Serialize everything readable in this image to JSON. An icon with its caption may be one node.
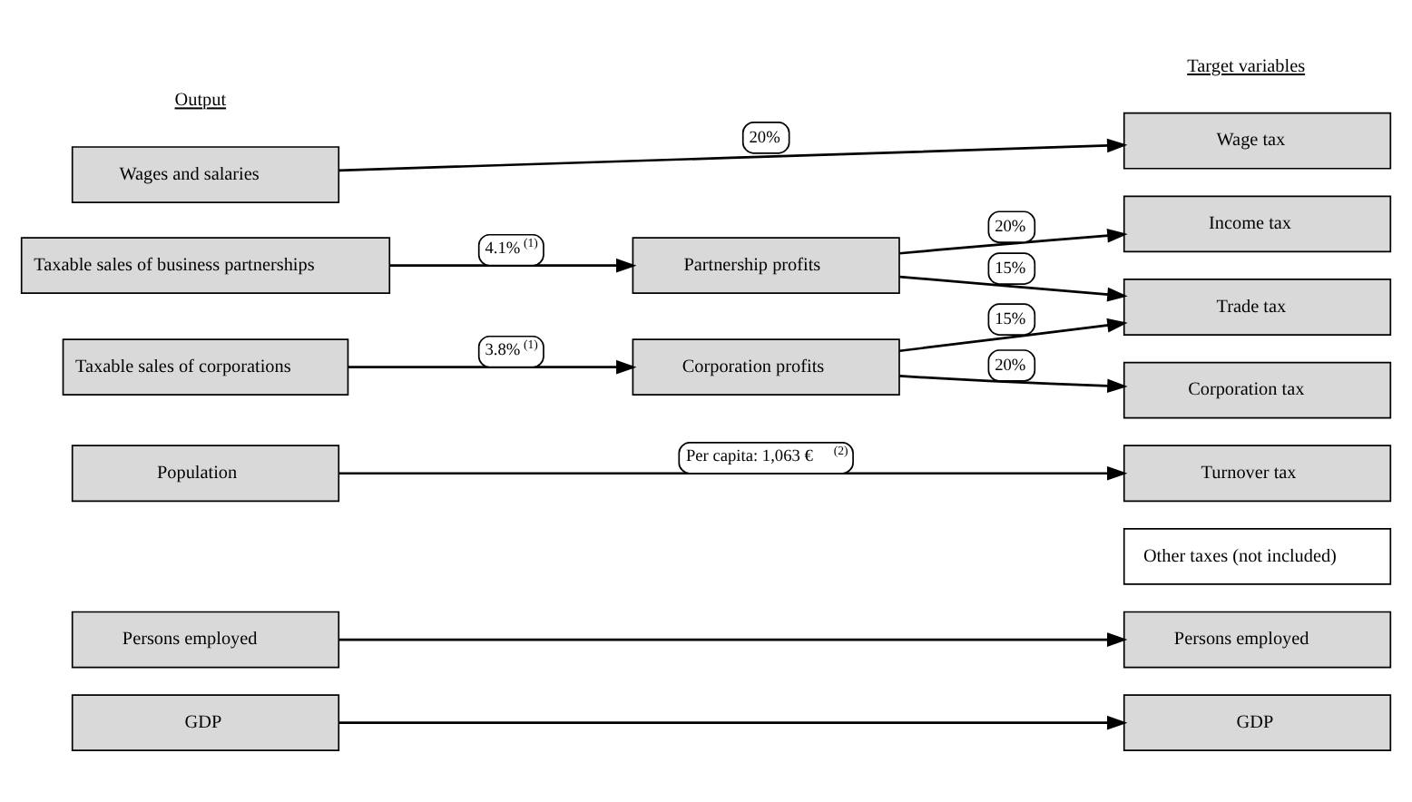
{
  "diagram": {
    "nodes": [
      {
        "text": [
          "Wages and salaries"
        ]
      },
      {
        "text": [
          "Wage tax"
        ]
      },
      {
        "text": [
          "Taxable sales of business partnerships"
        ]
      },
      {
        "text": [
          "Partnership profits"
        ]
      },
      {
        "text": [
          "Income tax"
        ]
      },
      {
        "text": [
          "Taxable sales of corporations"
        ]
      },
      {
        "text": [
          "Corporation profits"
        ]
      },
      {
        "text": [
          "Trade tax"
        ]
      },
      {
        "text": [
          "Corporation tax"
        ]
      },
      {
        "text": [
          "Population"
        ]
      },
      {
        "text": [
          "Turnover tax"
        ]
      },
      {
        "text": [
          "Other taxes (not included)"
        ]
      },
      {
        "text": [
          "Persons employed"
        ]
      },
      {
        "text": [
          "Persons employed"
        ]
      },
      {
        "text": [
          "GDP"
        ]
      },
      {
        "text": [
          "GDP"
        ]
      }
    ],
    "edges": [
      {
        "from": 0,
        "to": 1,
        "arrow": "to",
        "label": "20%"
      },
      {
        "from": 2,
        "to": 3,
        "arrow": "to",
        "label": "4.1%$^{(1)}$"
      },
      {
        "from": 3,
        "to": 4,
        "arrow": "to",
        "label": "20%"
      },
      {
        "from": 3,
        "to": 7,
        "arrow": "to",
        "label": "15%"
      },
      {
        "from": 5,
        "to": 6,
        "arrow": "to",
        "label": "3.8%$^{(1)}$"
      },
      {
        "from": 6,
        "to": 7,
        "arrow": "to",
        "label": "15%"
      },
      {
        "from": 6,
        "to": 8,
        "arrow": "to",
        "label": "20%"
      },
      {
        "from": 9,
        "to": 10,
        "arrow": "to",
        "label": "Per capita: 1,063 €$^{(2)}$"
      },
      {
        "from": 12,
        "to": 13,
        "arrow": "to"
      },
      {
        "from": 14,
        "to": 15,
        "arrow": "to"
      }
    ],
    "labels": [
      "Output",
      "Target variables"
    ]
  }
}
